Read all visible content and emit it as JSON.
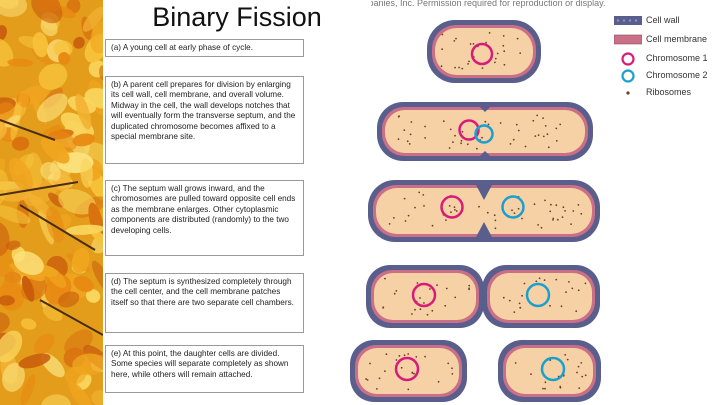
{
  "title": "Binary Fission",
  "copyright": "Copyright © The McGraw-Hill Companies, Inc. Permission required for reproduction or display.",
  "steps": [
    {
      "text": "(a)  A young cell at early phase of cycle."
    },
    {
      "text": "(b)  A parent cell prepares for division by enlarging its cell wall, cell membrane, and overall volume. Midway in the cell, the wall develops notches that will eventually form the transverse septum, and the duplicated chromosome becomes affixed to a special membrane site."
    },
    {
      "text": "(c)  The septum wall grows inward, and the chromosomes are pulled toward opposite cell ends as the membrane enlarges. Other cytoplasmic components are distributed (randomly) to the two developing cells."
    },
    {
      "text": "(d)  The septum is synthesized completely through the cell center, and the cell membrane patches itself so that there are two separate cell chambers."
    },
    {
      "text": "(e)  At this point, the daughter cells are divided. Some species will separate completely as shown here, while others will remain attached."
    }
  ],
  "legend": [
    {
      "label": "Cell wall",
      "icon": "cell-wall-swatch"
    },
    {
      "label": "Cell membrane",
      "icon": "cell-membrane-swatch"
    },
    {
      "label": "Chromosome 1",
      "icon": "chromosome-1-ring"
    },
    {
      "label": "Chromosome 2",
      "icon": "chromosome-2-ring"
    },
    {
      "label": "Ribosomes",
      "icon": "ribosome-dot"
    }
  ],
  "colors": {
    "cell_wall": "#5a5e8c",
    "cell_membrane": "#c96f86",
    "cytoplasm": "#f6d1a6",
    "chromosome_1": "#d81b78",
    "chromosome_2": "#1aa0cf",
    "ribosome": "#6b3f2a",
    "autumn_background": "#e0a21c"
  }
}
